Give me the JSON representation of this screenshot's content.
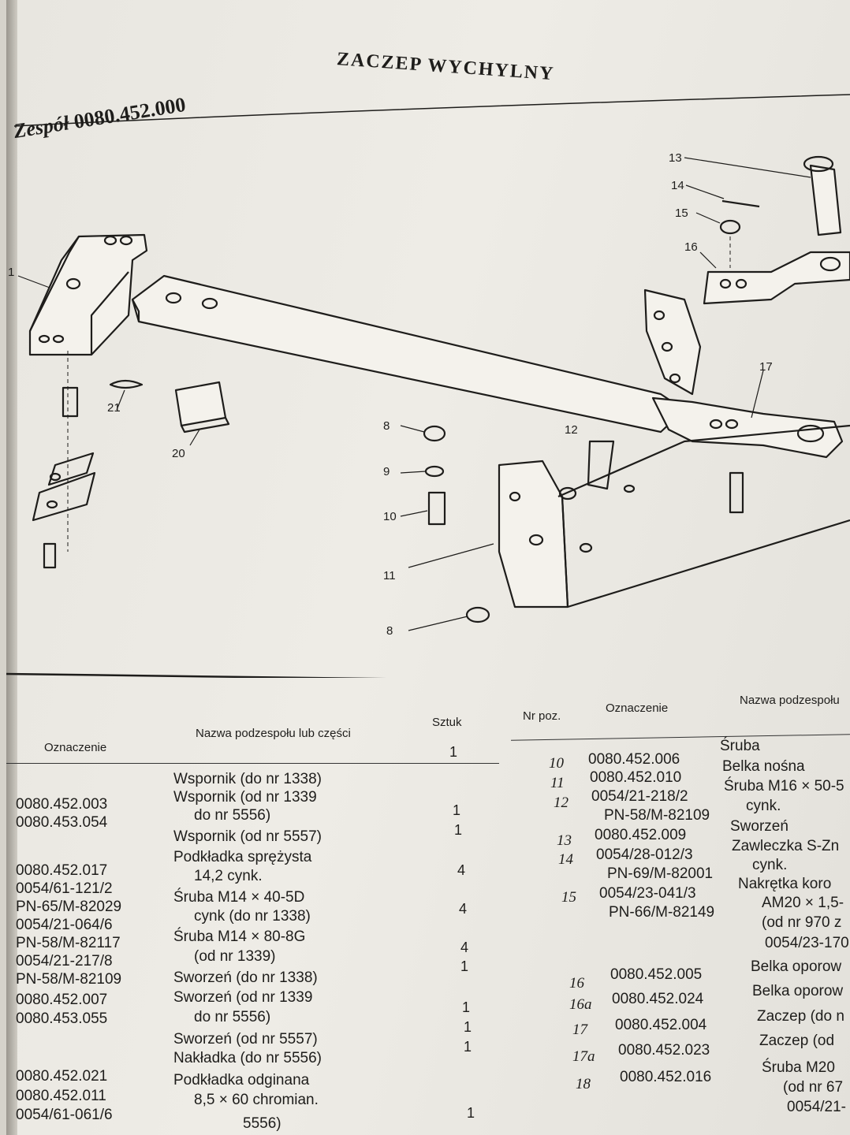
{
  "header": {
    "title": "ZACZEP WYCHYLNY",
    "zespol_label": "Zespół",
    "zespol_number": "0080.452.000"
  },
  "drawing": {
    "callouts": [
      "1",
      "8",
      "9",
      "10",
      "11",
      "12",
      "13",
      "14",
      "15",
      "16",
      "17",
      "20",
      "21",
      "8"
    ]
  },
  "left_table": {
    "headers": {
      "designation": "Oznaczenie",
      "name": "Nazwa podzespołu lub części",
      "qty": "Sztuk"
    },
    "designations": [
      "0080.452.003",
      "0080.453.054",
      "0080.452.017",
      "0054/61-121/2",
      "PN-65/M-82029",
      "0054/21-064/6",
      "PN-58/M-82117",
      "0054/21-217/8",
      "PN-58/M-82109",
      "0080.452.007",
      "0080.453.055",
      "0080.452.021",
      "0080.452.011",
      "0054/61-061/6"
    ],
    "names": [
      "Wspornik (do nr 1338)",
      "Wspornik (od nr 1339",
      "do nr 5556)",
      "Wspornik (od nr 5557)",
      "Podkładka sprężysta",
      "14,2 cynk.",
      "Śruba M14 × 40-5D",
      "cynk (do nr 1338)",
      "Śruba M14 × 80-8G",
      "(od nr 1339)",
      "Sworzeń (do nr 1338)",
      "Sworzeń (od nr 1339",
      "do nr 5556)",
      "Sworzeń (od nr 5557)",
      "Nakładka (do nr 5556)",
      "Podkładka odginana",
      "8,5 × 60 chromian.",
      "5556)"
    ],
    "quantities": [
      "1",
      "1",
      "1",
      "4",
      "4",
      "4",
      "1",
      "1",
      "1",
      "1",
      "1"
    ]
  },
  "right_table": {
    "headers": {
      "pos": "Nr poz.",
      "designation": "Oznaczenie",
      "name": "Nazwa podzespołu"
    },
    "positions": [
      "10",
      "11",
      "12",
      "13",
      "14",
      "15",
      "16",
      "16a",
      "17",
      "17a",
      "18"
    ],
    "designations": [
      "0080.452.006",
      "0080.452.010",
      "0054/21-218/2",
      "PN-58/M-82109",
      "0080.452.009",
      "0054/28-012/3",
      "PN-69/M-82001",
      "0054/23-041/3",
      "PN-66/M-82149",
      "0080.452.005",
      "0080.452.024",
      "0080.452.004",
      "0080.452.023",
      "0080.452.016"
    ],
    "names": [
      "Śruba",
      "Belka nośna",
      "Śruba M16 × 50-5",
      "cynk.",
      "Sworzeń",
      "Zawleczka S-Zn",
      "cynk.",
      "Nakrętka koro",
      "AM20 × 1,5-",
      "(od nr 970 z",
      "0054/23-170",
      "Belka oporow",
      "Belka oporow",
      "Zaczep (do n",
      "Zaczep (od",
      "Śruba M20",
      "(od nr 67",
      "0054/21-"
    ]
  }
}
